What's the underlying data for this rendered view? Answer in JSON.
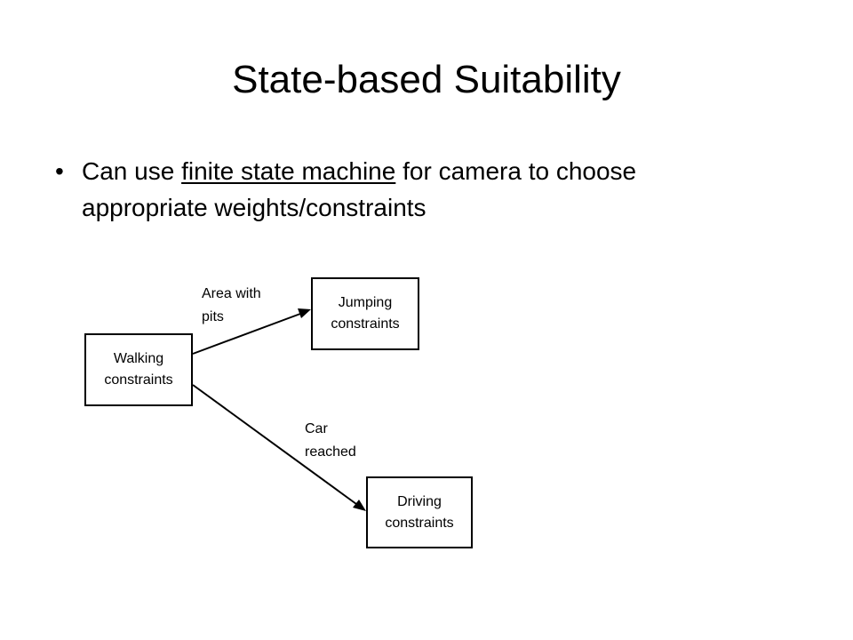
{
  "slide": {
    "title": "State-based Suitability",
    "bullet": {
      "prefix": "Can use ",
      "link_text": "finite state machine",
      "suffix_line1": " for camera to choose",
      "line2": "appropriate weights/constraints"
    }
  },
  "diagram": {
    "nodes": [
      {
        "id": "walking",
        "line1": "Walking",
        "line2": "constraints"
      },
      {
        "id": "jumping",
        "line1": "Jumping",
        "line2": "constraints"
      },
      {
        "id": "driving",
        "line1": "Driving",
        "line2": "constraints"
      }
    ],
    "edges": [
      {
        "from": "walking",
        "to": "jumping",
        "label_line1": "Area with",
        "label_line2": "pits"
      },
      {
        "from": "walking",
        "to": "driving",
        "label_line1": "Car",
        "label_line2": "reached"
      }
    ]
  }
}
